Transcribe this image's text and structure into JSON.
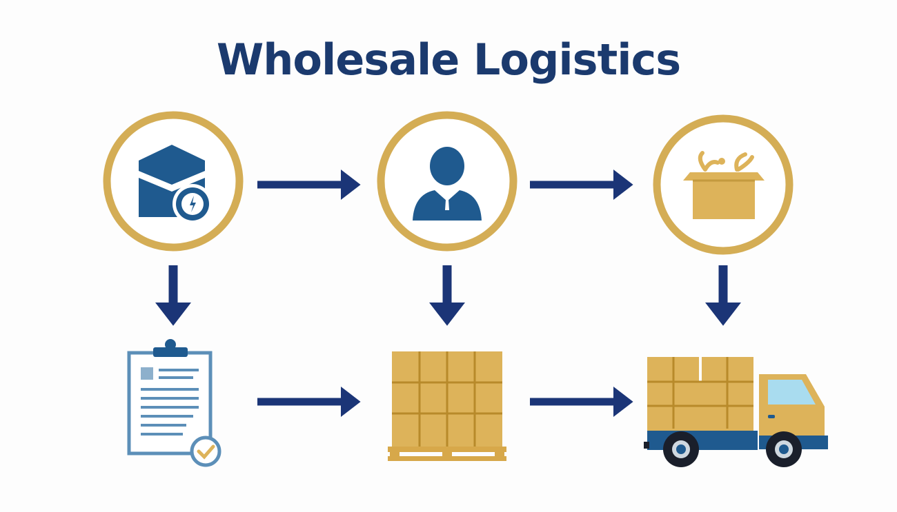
{
  "title": "Wholesale Logistics",
  "colors": {
    "title": "#1b3a6e",
    "ring": "#d4ad55",
    "icon_blue": "#1f5a8f",
    "arrow": "#1b3577",
    "box": "#ddb35a",
    "box_line": "#b88a2a",
    "window": "#a9dcef",
    "wheel": "#1a1f2b"
  },
  "nodes": [
    {
      "id": "order",
      "icon": "envelope-clock-icon"
    },
    {
      "id": "buyer",
      "icon": "person-icon"
    },
    {
      "id": "sourcing",
      "icon": "open-box-icon"
    },
    {
      "id": "order-form",
      "icon": "clipboard-check-icon"
    },
    {
      "id": "warehouse",
      "icon": "pallet-boxes-icon"
    },
    {
      "id": "delivery",
      "icon": "delivery-truck-icon"
    }
  ]
}
